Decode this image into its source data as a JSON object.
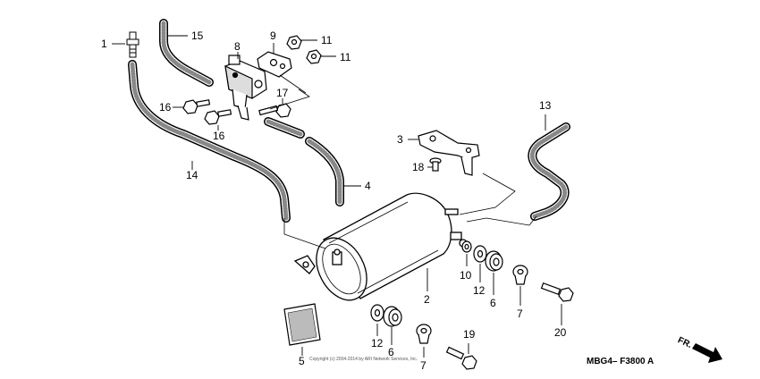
{
  "callouts": {
    "c1": "1",
    "c2": "2",
    "c3": "3",
    "c4": "4",
    "c5": "5",
    "c6a": "6",
    "c6b": "6",
    "c7a": "7",
    "c7b": "7",
    "c8": "8",
    "c9": "9",
    "c10": "10",
    "c11a": "11",
    "c11b": "11",
    "c12a": "12",
    "c12b": "12",
    "c13": "13",
    "c14": "14",
    "c15": "15",
    "c16a": "16",
    "c16b": "16",
    "c17": "17",
    "c18": "18",
    "c19": "19",
    "c20": "20"
  },
  "diagram_code": "MBG4– F3800 A",
  "direction_label": "FR.",
  "copyright": "Copyright (c) 2004-2014 by ARI Network Services, Inc."
}
